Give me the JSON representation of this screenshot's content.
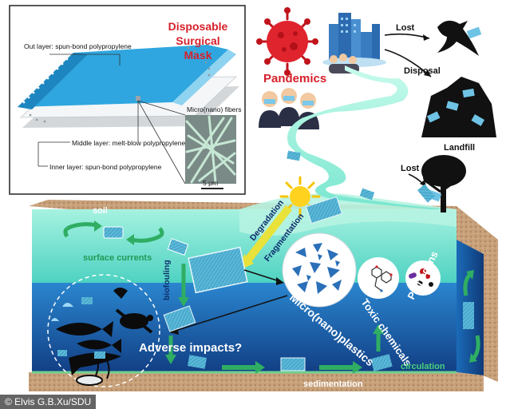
{
  "inset": {
    "title_line1": "Disposable",
    "title_line2": "Surgical",
    "title_line3": "Mask",
    "out_layer": "Out layer: spun-bond polypropylene",
    "middle_layer": "Middle layer: melt-blow polypropylene",
    "inner_layer": "Inner layer: spun-bond polypropylene",
    "fibers": "Micro(nano) fibers",
    "scale_bar": "5 μm"
  },
  "top": {
    "pandemics": "Pandemics",
    "lost_1": "Lost",
    "disposal": "Disposal",
    "landfill": "Landfill",
    "lost_2": "Lost"
  },
  "ocean": {
    "soil": "soil",
    "surface_currents": "surface currents",
    "degradation": "Degradation",
    "fragmentation": "Fragmentation",
    "biofouling": "biofouling",
    "adverse_impacts": "Adverse impacts?",
    "microplastics": "Micro(nano)plastics",
    "toxic_chemicals": "Toxic chemicals",
    "pathogens": "Pathogens",
    "circulation": "circulation",
    "sedimentation": "sedimentation"
  },
  "credit": "© Elvis G.B.Xu/SDU",
  "colors": {
    "title_red": "#d6202a",
    "surface_green": "#2fae63",
    "text_white": "#ffffff",
    "deep_water": "#1c5fa8",
    "shallow_water": "#7fe6cf",
    "soil": "#c9a47a"
  }
}
